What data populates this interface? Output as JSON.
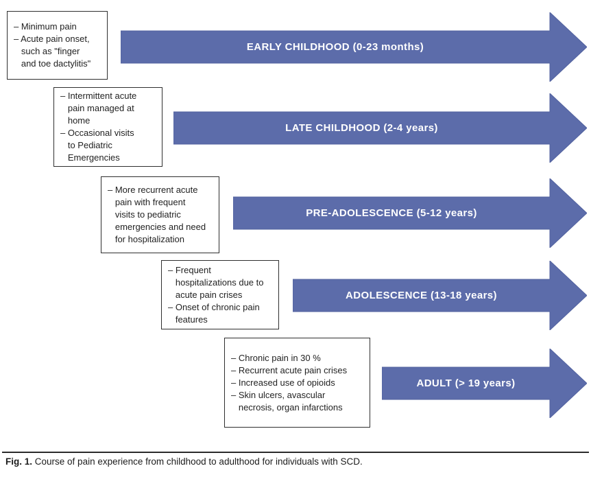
{
  "figure": {
    "stages": [
      {
        "box_text": "– Minimum pain\n– Acute pain onset,\n   such as \"finger\n   and toe dactylitis\"",
        "arrow_label": "EARLY CHILDHOOD (0-23 months)"
      },
      {
        "box_text": "– Intermittent acute\n   pain managed at\n   home\n– Occasional visits\n   to Pediatric\n   Emergencies",
        "arrow_label": "LATE CHILDHOOD (2-4 years)"
      },
      {
        "box_text": "– More recurrent acute\n   pain with frequent\n   visits to pediatric\n   emergencies and need\n   for hospitalization",
        "arrow_label": "PRE-ADOLESCENCE (5-12 years)"
      },
      {
        "box_text": "– Frequent\n   hospitalizations due to\n   acute pain crises\n– Onset of chronic pain\n   features",
        "arrow_label": "ADOLESCENCE (13-18 years)"
      },
      {
        "box_text": "– Chronic pain in 30 %\n– Recurrent acute pain crises\n– Increased use of opioids\n– Skin ulcers, avascular\n   necrosis, organ infarctions",
        "arrow_label": "ADULT (> 19 years)"
      }
    ],
    "caption": {
      "label": "Fig. 1.",
      "text": "Course of pain experience from childhood to adulthood for individuals with SCD."
    },
    "colors": {
      "arrow_fill": "#5c6caa",
      "arrow_stroke": "#52629f",
      "box_border": "#2e2e2e",
      "label_text": "#ffffff"
    }
  }
}
